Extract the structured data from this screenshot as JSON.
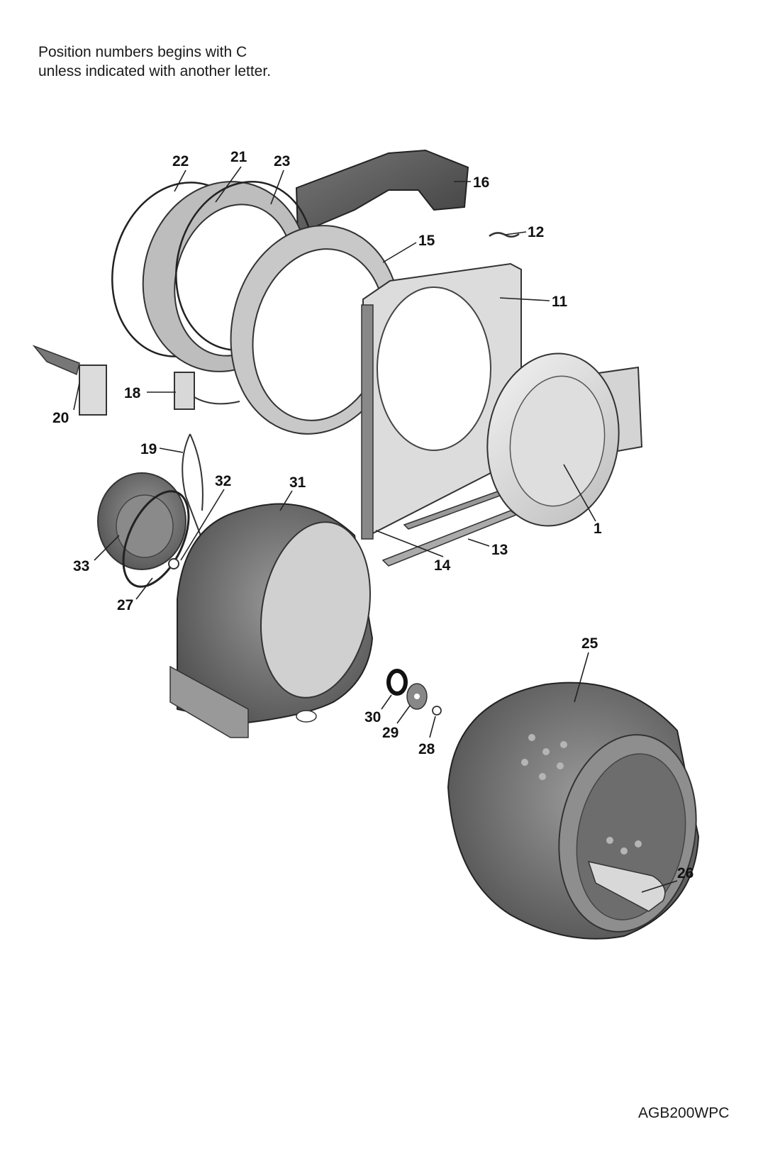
{
  "note": {
    "line1": "Position numbers begins with C",
    "line2": "unless indicated with another letter."
  },
  "model": "AGB200WPC",
  "callouts": {
    "p1": "1",
    "p11": "11",
    "p12": "12",
    "p13": "13",
    "p14": "14",
    "p15": "15",
    "p16": "16",
    "p18": "18",
    "p19": "19",
    "p20": "20",
    "p21": "21",
    "p22": "22",
    "p23": "23",
    "p25": "25",
    "p26": "26",
    "p27": "27",
    "p28": "28",
    "p29": "29",
    "p30": "30",
    "p31": "31",
    "p32": "32",
    "p33": "33"
  }
}
